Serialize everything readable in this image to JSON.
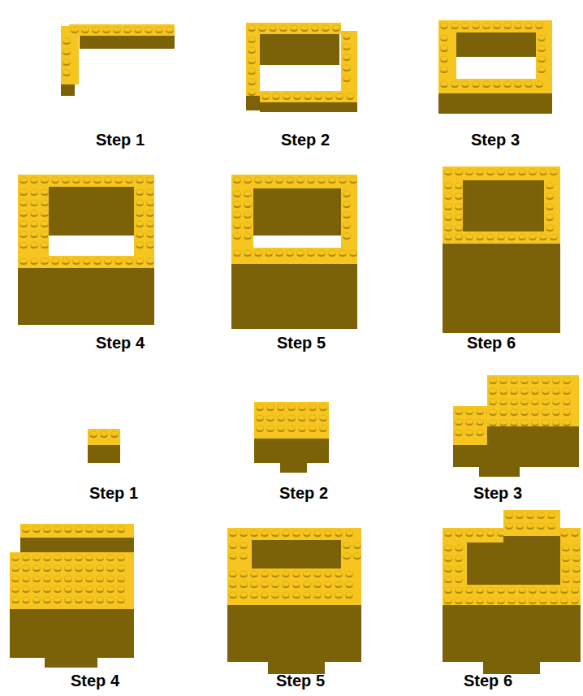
{
  "diagram": {
    "labels": [
      "Step 1",
      "Step 2",
      "Step 3",
      "Step 4",
      "Step 5",
      "Step 6",
      "Step 1",
      "Step 2",
      "Step 3",
      "Step 4",
      "Step 5",
      "Step 6"
    ]
  }
}
